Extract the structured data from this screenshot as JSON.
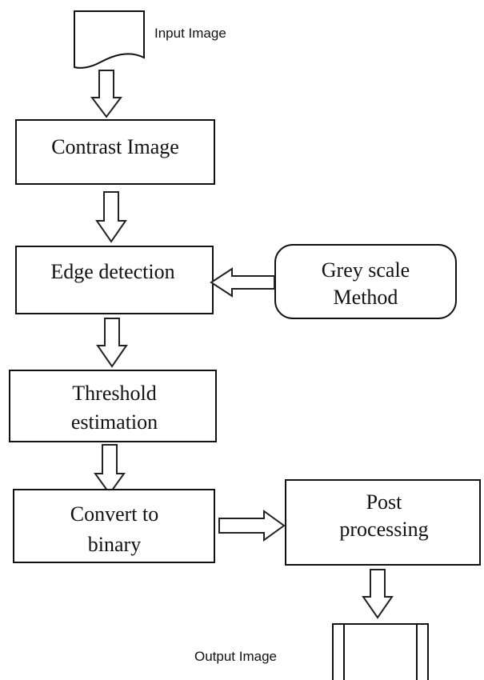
{
  "diagram": {
    "input_label": "Input Image",
    "output_label": "Output Image",
    "contrast": "Contrast Image",
    "edge": "Edge detection",
    "grey_line1": "Grey scale",
    "grey_line2": "Method",
    "threshold_line1": "Threshold",
    "threshold_line2": "estimation",
    "convert_line1": "Convert to",
    "convert_line2": "binary",
    "post_line1": "Post",
    "post_line2": "processing"
  }
}
